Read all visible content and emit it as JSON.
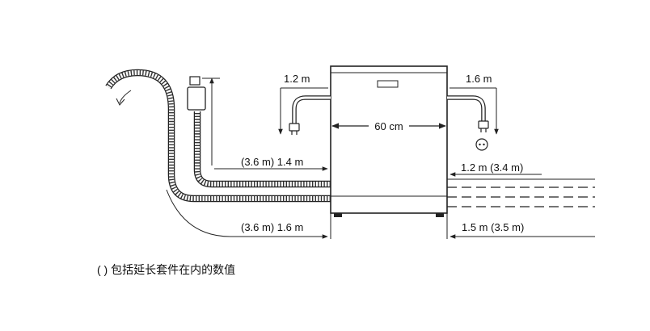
{
  "diagram": {
    "caption": "( ) 包括延长套件在内的数值",
    "labels": {
      "left_power_cord": "1.2 m",
      "right_water_hose": "1.6 m",
      "appliance_width": "60 cm",
      "drain_hose_length": "(3.6 m) 1.4 m",
      "drain_hose_floor_length": "(3.6 m) 1.6 m",
      "right_upper_length": "1.2 m (3.4 m)",
      "right_lower_length": "1.5 m (3.5 m)"
    }
  }
}
